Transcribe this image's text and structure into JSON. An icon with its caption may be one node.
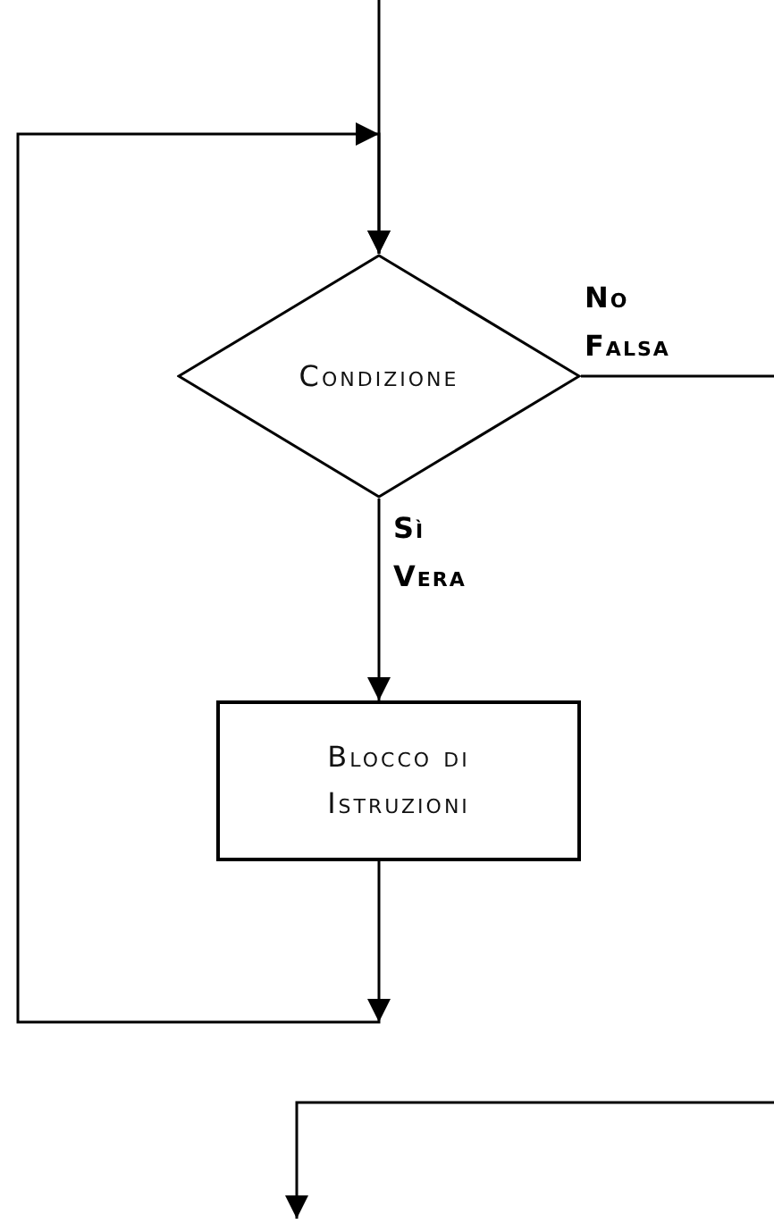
{
  "diagram": {
    "nodes": [
      {
        "text": [
          "Condizione"
        ]
      },
      {
        "text": [
          "Blocco di Istruzioni"
        ]
      }
    ],
    "edges": [
      {
        "from": null,
        "to": 0,
        "arrow": "to"
      },
      {
        "from": 1,
        "to": 0,
        "arrow": "to"
      },
      {
        "from": 0,
        "to": 1,
        "arrow": "to",
        "label": "Sì Vera"
      },
      {
        "from": 0,
        "to": null,
        "arrow": "none",
        "label": "No Falsa"
      }
    ]
  }
}
